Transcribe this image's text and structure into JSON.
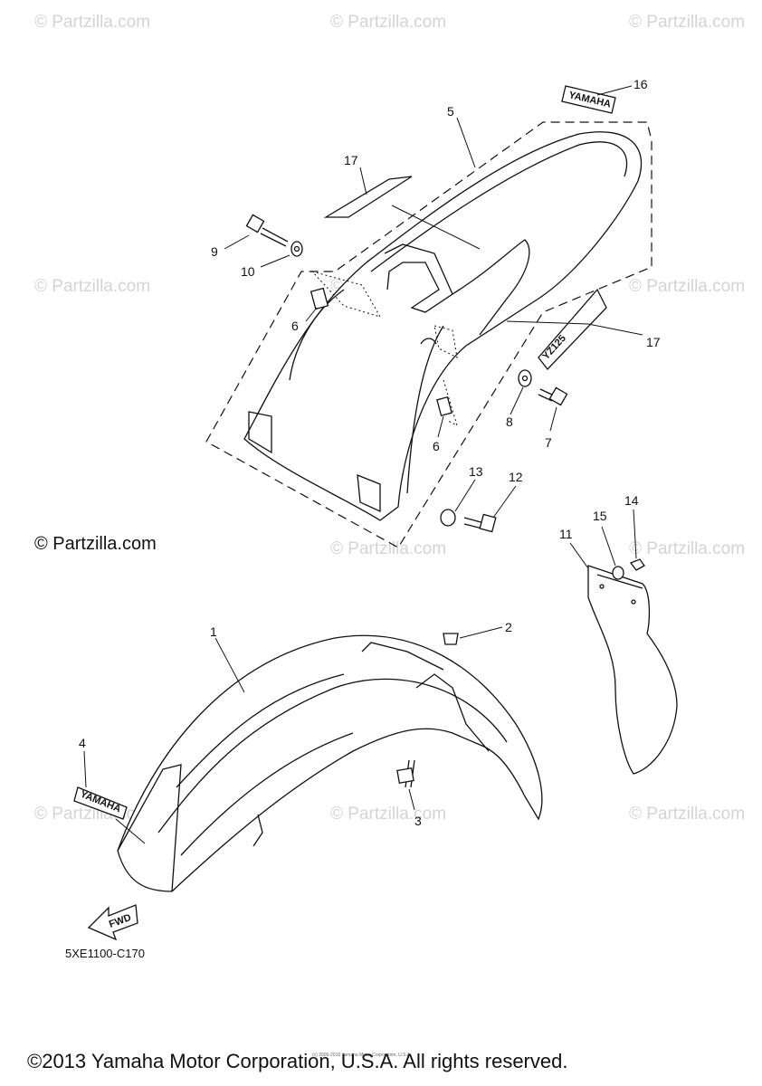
{
  "watermark": "© Partzilla.com",
  "credit": "© Partzilla.com",
  "diagram_code": "5XE1100-C170",
  "footer": "©2013 Yamaha Motor Corporation, U.S.A. All rights reserved.",
  "fine_print": "(c) 2005-2016 Yamaha Motor Corporation, U.S.A.",
  "decals": {
    "brand": "YAMAHA",
    "model": "YZ125",
    "direction": "FWD"
  },
  "callouts": [
    "1",
    "2",
    "3",
    "4",
    "5",
    "6",
    "6",
    "7",
    "8",
    "9",
    "10",
    "11",
    "12",
    "13",
    "14",
    "15",
    "16",
    "17",
    "17"
  ]
}
